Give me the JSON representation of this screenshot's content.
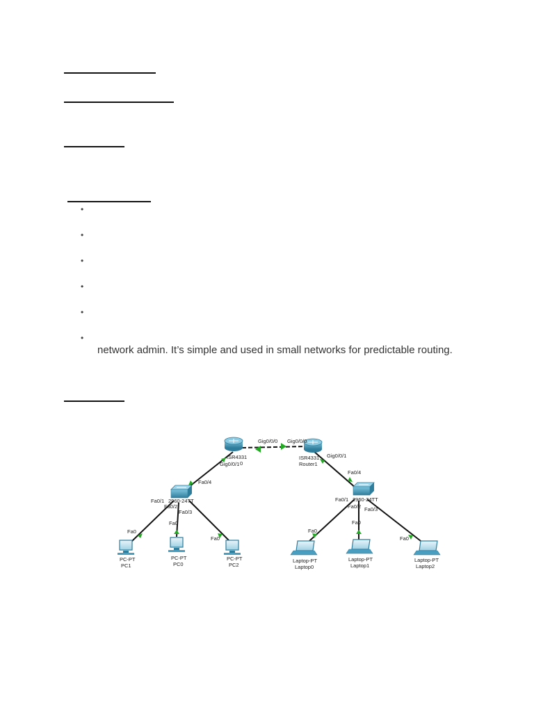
{
  "body": {
    "paragraph_tail": "network admin. It’s simple and used in small networks for predictable routing.",
    "bullet_glyph": "•"
  },
  "diagram": {
    "routers": [
      {
        "model": "ISR4331",
        "name": "0"
      },
      {
        "model": "ISR4331",
        "name": "Router1"
      }
    ],
    "switches": [
      {
        "model": "2960-24TT"
      },
      {
        "model": "2960-24TT"
      }
    ],
    "hosts": [
      {
        "model": "PC-PT",
        "name": "PC1"
      },
      {
        "model": "PC-PT",
        "name": "PC0"
      },
      {
        "model": "PC-PT",
        "name": "PC2"
      },
      {
        "model": "Laptop-PT",
        "name": "Laptop0"
      },
      {
        "model": "Laptop-PT",
        "name": "Laptop1"
      },
      {
        "model": "Laptop-PT",
        "name": "Laptop2"
      }
    ],
    "ports": {
      "r0_to_r1": "Gig0/0/0",
      "r1_to_r0": "Gig0/0/0",
      "r0_to_sw0": "Gig0/0/1",
      "r1_to_sw1": "Gig0/0/1",
      "sw0_up": "Fa0/4",
      "sw0_p1": "Fa0/1",
      "sw0_p2": "Fa0/2",
      "sw0_p3": "Fa0/3",
      "sw1_up": "Fa0/4",
      "sw1_p1": "Fa0/1",
      "sw1_p2": "Fa0/2",
      "sw1_p3": "Fa0/3",
      "pc1": "Fa0",
      "pc0": "Fa0",
      "pc2": "Fa0",
      "laptop0": "Fa0",
      "laptop1": "Fa0",
      "laptop2": "Fa0"
    },
    "colors": {
      "link": "#111111",
      "link_up": "#22aa22",
      "device": "#4a9fc0",
      "device_dark": "#2a6e8a"
    }
  }
}
